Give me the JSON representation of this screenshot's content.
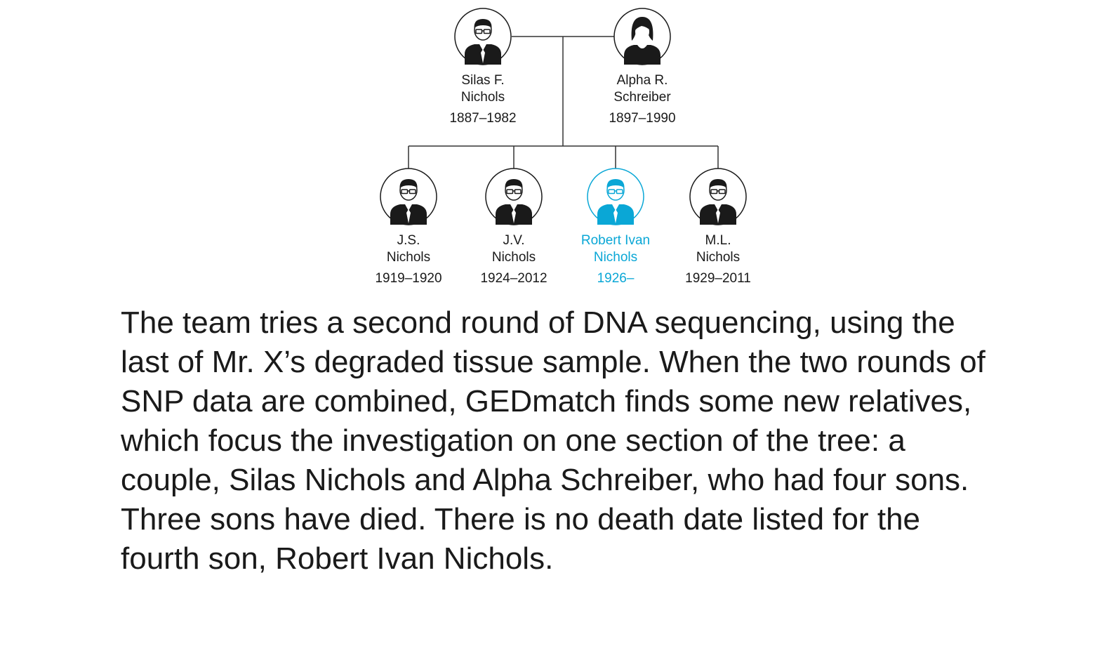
{
  "colors": {
    "default_ink": "#1a1a1a",
    "highlight": "#0aa7d6",
    "connector": "#333333"
  },
  "tree": {
    "parents": [
      {
        "id": "silas",
        "name_line1": "Silas F.",
        "name_line2": "Nichols",
        "years": "1887–1982",
        "icon": "man-icon",
        "highlighted": false
      },
      {
        "id": "alpha",
        "name_line1": "Alpha R.",
        "name_line2": "Schreiber",
        "years": "1897–1990",
        "icon": "woman-icon",
        "highlighted": false
      }
    ],
    "children": [
      {
        "id": "js",
        "name_line1": "J.S.",
        "name_line2": "Nichols",
        "years": "1919–1920",
        "icon": "man-icon",
        "highlighted": false
      },
      {
        "id": "jv",
        "name_line1": "J.V.",
        "name_line2": "Nichols",
        "years": "1924–2012",
        "icon": "man-icon",
        "highlighted": false
      },
      {
        "id": "robert",
        "name_line1": "Robert Ivan",
        "name_line2": "Nichols",
        "years": "1926–",
        "icon": "man-icon",
        "highlighted": true
      },
      {
        "id": "ml",
        "name_line1": "M.L.",
        "name_line2": "Nichols",
        "years": "1929–2011",
        "icon": "man-icon",
        "highlighted": false
      }
    ]
  },
  "narrative": "The team tries a second round of DNA sequencing, using the last of Mr. X’s degraded tissue sample. When the two rounds of SNP data are combined, GEDmatch finds some new relatives, which focus the investigation on one section of the tree: a couple, Silas Nichols and Alpha Schreiber, who had four sons. Three sons have died. There is no death date listed for the fourth son, Robert Ivan Nichols."
}
